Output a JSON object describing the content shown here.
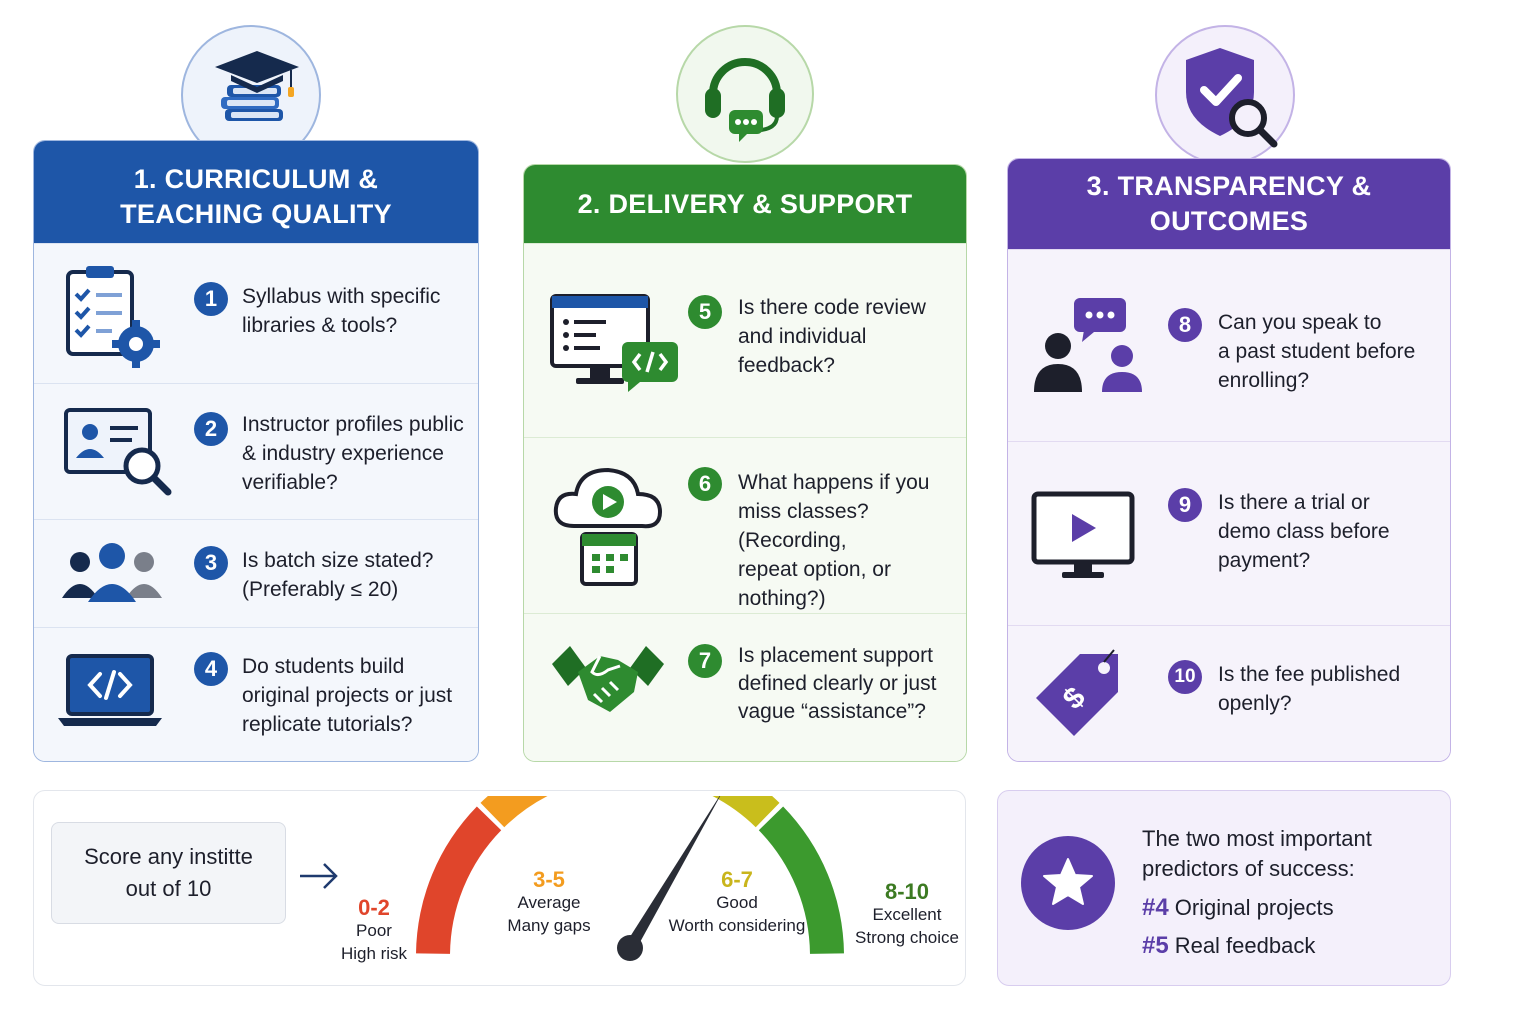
{
  "sections": [
    {
      "title_line1": "1. CURRICULUM &",
      "title_line2": "TEACHING QUALITY",
      "color": "#1e56a8",
      "badge_icon": "graduation-cap-books-icon",
      "items": [
        {
          "number": "1",
          "icon": "checklist-gear-icon",
          "lines": [
            "Syllabus with specific",
            "libraries & tools?"
          ]
        },
        {
          "number": "2",
          "icon": "profile-card-search-icon",
          "lines": [
            "Instructor profiles public",
            "& industry experience",
            "verifiable?"
          ]
        },
        {
          "number": "3",
          "icon": "group-people-icon",
          "lines": [
            "Is batch size stated?",
            "(Preferably ≤ 20)"
          ]
        },
        {
          "number": "4",
          "icon": "laptop-code-icon",
          "lines": [
            "Do students build",
            "original projects or just",
            "replicate tutorials?"
          ]
        }
      ]
    },
    {
      "title_line1": "2. DELIVERY & SUPPORT",
      "color": "#2e8b30",
      "badge_icon": "headset-chat-icon",
      "items": [
        {
          "number": "5",
          "icon": "monitor-code-icon",
          "lines": [
            "Is there code review",
            "and individual",
            "feedback?"
          ]
        },
        {
          "number": "6",
          "icon": "cloud-play-calendar-icon",
          "lines": [
            "What happens if you",
            "miss classes? (Recording,",
            "repeat option, or",
            "nothing?)"
          ]
        },
        {
          "number": "7",
          "icon": "handshake-icon",
          "lines": [
            "Is placement support",
            "defined clearly or just",
            "vague “assistance”?"
          ]
        }
      ]
    },
    {
      "title_line1": "3. TRANSPARENCY &",
      "title_line2": "OUTCOMES",
      "color": "#5b3ea8",
      "badge_icon": "shield-check-search-icon",
      "items": [
        {
          "number": "8",
          "icon": "people-chat-icon",
          "lines": [
            "Can you speak to",
            "a past student before",
            "enrolling?"
          ]
        },
        {
          "number": "9",
          "icon": "monitor-play-icon",
          "lines": [
            "Is there a trial or",
            "demo class before",
            "payment?"
          ]
        },
        {
          "number": "10",
          "icon": "price-tag-dollar-icon",
          "lines": [
            "Is the fee published",
            "openly?"
          ]
        }
      ]
    }
  ],
  "score": {
    "box_line1": "Score any institte",
    "box_line2": "out of 10",
    "bands": [
      {
        "range": "0-2",
        "label": "Poor",
        "sub": "High risk",
        "color": "#e0452b"
      },
      {
        "range": "3-5",
        "label": "Average",
        "sub": "Many gaps",
        "color": "#f39c1f"
      },
      {
        "range": "6-7",
        "label": "Good",
        "sub": "Worth considering",
        "color": "#c9be1c"
      },
      {
        "range": "8-10",
        "label": "Excellent",
        "sub": "Strong choice",
        "color": "#3c9a2e"
      }
    ]
  },
  "predictors": {
    "title": "The two most important predictors of success:",
    "items": [
      {
        "tag": "#4",
        "text": "Original projects"
      },
      {
        "tag": "#5",
        "text": "Real feedback"
      }
    ]
  }
}
